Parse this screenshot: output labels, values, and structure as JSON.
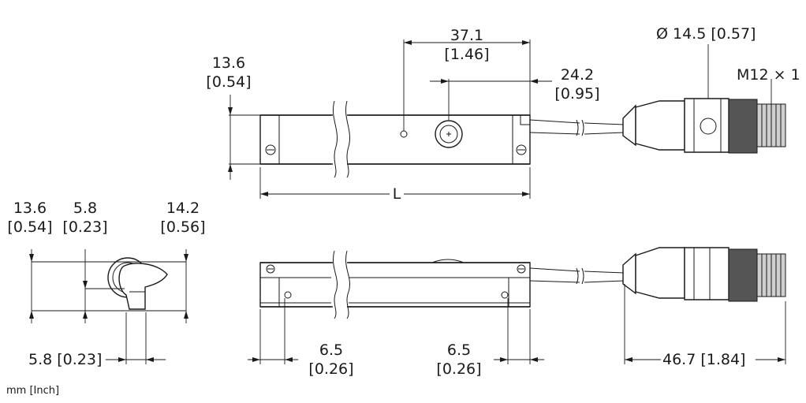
{
  "dimensions": {
    "side_height": {
      "mm": "13.6",
      "inch": "[0.54]"
    },
    "marker_offset": {
      "mm": "37.1",
      "inch": "[1.46]"
    },
    "center_offset": {
      "mm": "24.2",
      "inch": "[0.95]"
    },
    "connector_diameter": "Ø 14.5 [0.57]",
    "thread": "M12 × 1",
    "length": "L",
    "end_height": {
      "mm": "13.6",
      "inch": "[0.54]"
    },
    "end_mid": {
      "mm": "5.8",
      "inch": "[0.23]"
    },
    "end_width": {
      "mm": "14.2",
      "inch": "[0.56]"
    },
    "end_bottom": "5.8 [0.23]",
    "hole_left": {
      "mm": "6.5",
      "inch": "[0.26]"
    },
    "hole_right": {
      "mm": "6.5",
      "inch": "[0.26]"
    },
    "connector_length": "46.7 [1.84]"
  },
  "units_note": "mm [Inch]",
  "colors": {
    "line": "#1a1a1a",
    "fill_gray": "#cfcfcf",
    "knurl": "#555555"
  }
}
